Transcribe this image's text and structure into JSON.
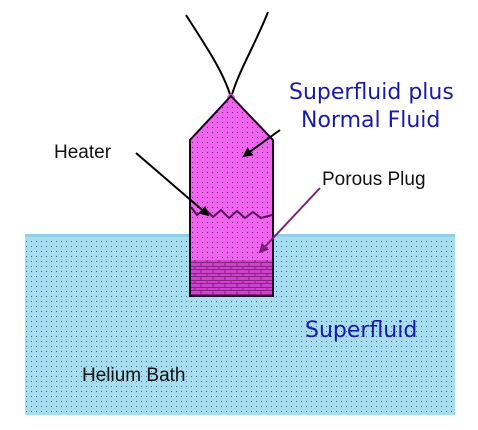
{
  "labels": {
    "superfluid_plus_line1": "Superfluid plus",
    "superfluid_plus_line2": "Normal Fluid",
    "heater": "Heater",
    "porous_plug": "Porous Plug",
    "superfluid": "Superfluid",
    "helium_bath": "Helium Bath"
  },
  "colors": {
    "bath_fill": "#a8dcef",
    "bath_surface": "#8fcfe8",
    "tube_fill": "#ee66ee",
    "tube_stroke": "#220022",
    "plug_fill": "#cc44cc",
    "label_blue": "#1a1aa8",
    "label_black": "#111111"
  }
}
